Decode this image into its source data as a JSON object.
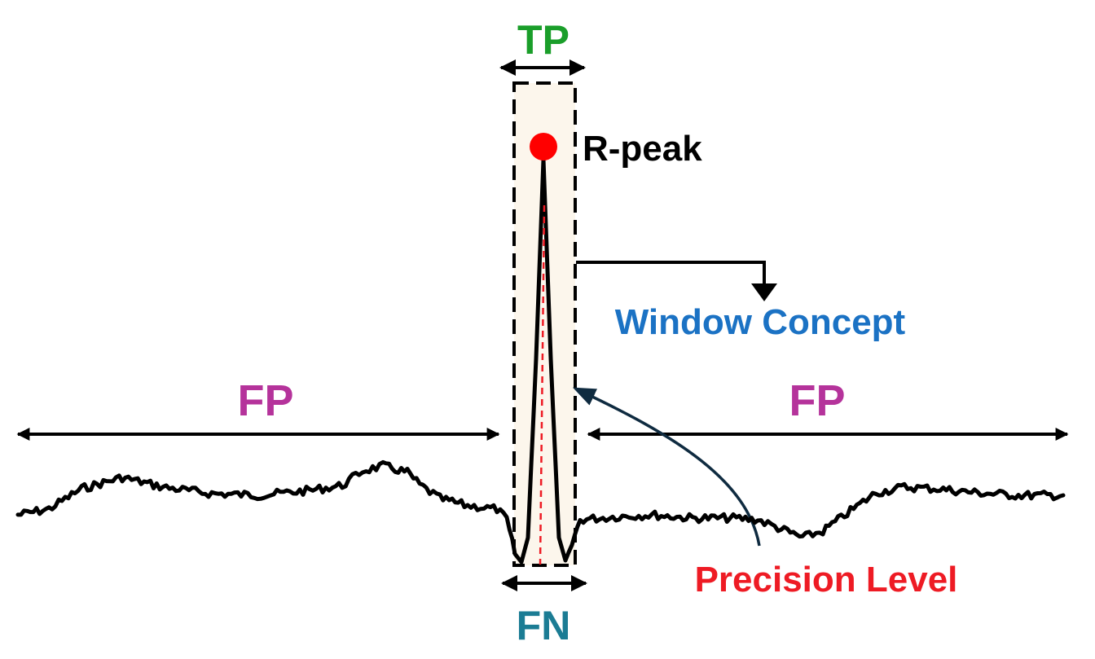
{
  "labels": {
    "tp": "TP",
    "r_peak": "R-peak",
    "window_concept": "Window Concept",
    "fp_left": "FP",
    "fp_right": "FP",
    "precision_level": "Precision Level",
    "fn": "FN"
  },
  "colors": {
    "tp": "#1a9e2a",
    "fp": "#b5339b",
    "fn": "#1b7c94",
    "window_concept": "#1b72c4",
    "precision_level": "#ee1b24",
    "r_peak_dot": "#ff0000",
    "signal": "#000000",
    "window_fill": "#fcf6ec",
    "curved_arrow": "#0f2b40"
  }
}
